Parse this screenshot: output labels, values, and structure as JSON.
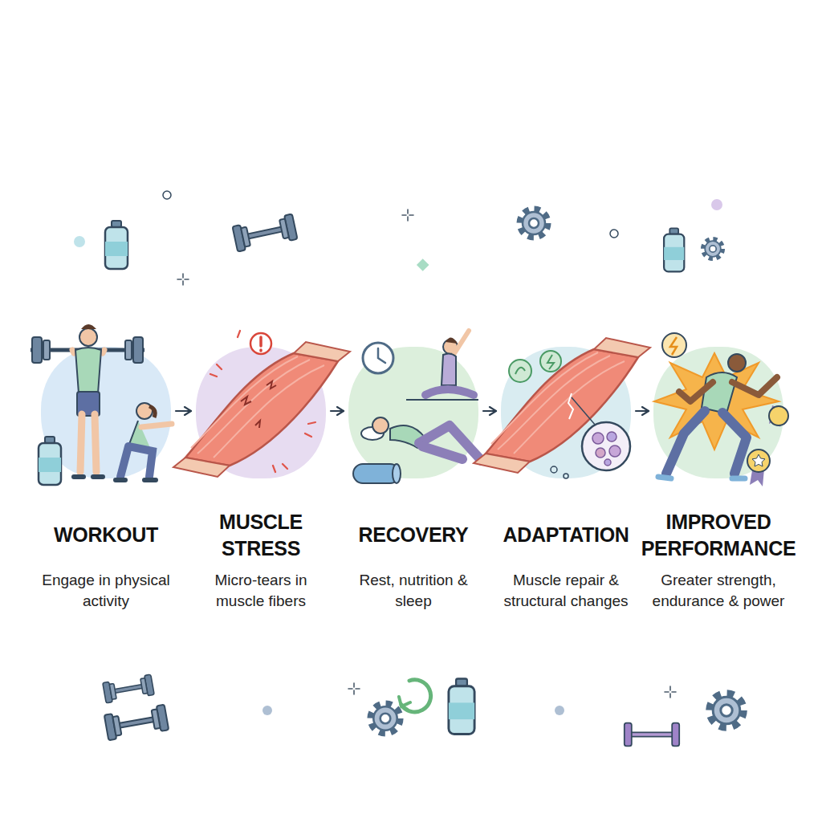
{
  "diagram": {
    "nodes": [
      {
        "text": [
          "WORKOUT",
          "Engage in physical activity"
        ]
      },
      {
        "text": [
          "MUSCLE STRESS",
          "Micro-tears in muscle fibers"
        ]
      },
      {
        "text": [
          "RECOVERY",
          "Rest, nutrition & sleep"
        ]
      },
      {
        "text": [
          "ADAPTATION",
          "Muscle repair & structural changes"
        ]
      },
      {
        "text": [
          "IMPROVED PERFORMANCE",
          "Greater strength, endurance & power"
        ]
      }
    ],
    "edges": [
      {
        "from": 0,
        "to": 1,
        "arrow": "to"
      },
      {
        "from": 1,
        "to": 2,
        "arrow": "to"
      },
      {
        "from": 2,
        "to": 3,
        "arrow": "to"
      },
      {
        "from": 3,
        "to": 4,
        "arrow": "to"
      }
    ]
  }
}
